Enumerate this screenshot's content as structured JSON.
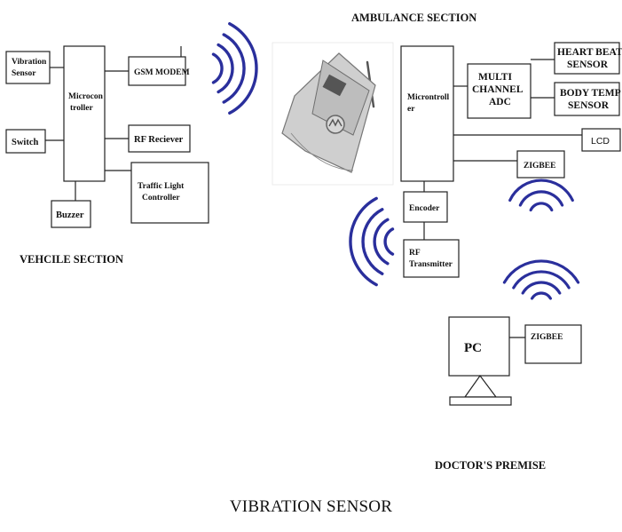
{
  "sections": {
    "ambulance": "AMBULANCE SECTION",
    "vehicle": "VEHCILE SECTION",
    "doctor": "DOCTOR'S PREMISE"
  },
  "vehicle": {
    "vibration_sensor": [
      "Vibration",
      "Sensor"
    ],
    "switch": "Switch",
    "microcontroller": [
      "Microcon",
      "troller"
    ],
    "gsm_modem": "GSM MODEM",
    "rf_receiver": "RF Reciever",
    "traffic_light": [
      "Traffic Light",
      "Controller"
    ],
    "buzzer": "Buzzer"
  },
  "ambulance": {
    "microcontroller": [
      "Microntroll",
      "er"
    ],
    "adc": [
      "MULTI",
      "CHANNEL",
      "ADC"
    ],
    "heart_beat": [
      "HEART BEAT",
      "SENSOR"
    ],
    "body_temp": [
      "BODY TEMP",
      "SENSOR"
    ],
    "lcd": "LCD",
    "zigbee": "ZIGBEE",
    "encoder": "Encoder",
    "rf_transmitter": [
      "RF",
      "Transmitter"
    ]
  },
  "doctor": {
    "pc": "PC",
    "zigbee": "ZIGBEE"
  },
  "caption": "VIBRATION SENSOR",
  "colors": {
    "signal": "#2a2f9c",
    "line": "#222222",
    "phone": "#9a9a9a"
  }
}
